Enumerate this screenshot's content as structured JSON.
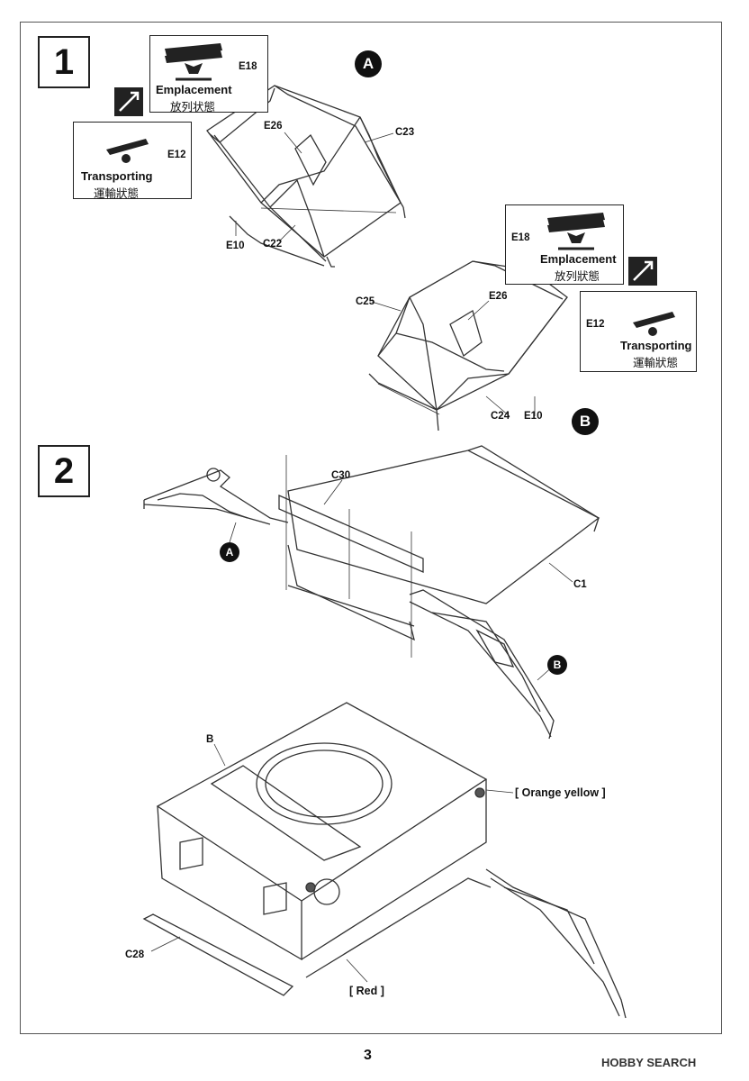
{
  "page_number": "3",
  "watermark": "HOBBY SEARCH",
  "steps": [
    {
      "number": "1"
    },
    {
      "number": "2"
    }
  ],
  "markers": {
    "a": "A",
    "b": "B"
  },
  "step1": {
    "assembly_a": {
      "emplacement": {
        "en": "Emplacement",
        "jp": "放列状態",
        "part": "E18"
      },
      "transporting": {
        "en": "Transporting",
        "jp": "運輸狀態",
        "part": "E12"
      },
      "parts": {
        "e26": "E26",
        "c23": "C23",
        "e10": "E10",
        "c22": "C22"
      }
    },
    "assembly_b": {
      "emplacement": {
        "en": "Emplacement",
        "jp": "放列狀態",
        "part": "E18"
      },
      "transporting": {
        "en": "Transporting",
        "jp": "運輸狀態",
        "part": "E12"
      },
      "parts": {
        "c25": "C25",
        "e26": "E26",
        "c24": "C24",
        "e10": "E10"
      }
    }
  },
  "step2": {
    "parts": {
      "c30": "C30",
      "c1": "C1",
      "b": "B",
      "c28": "C28"
    },
    "colors": {
      "orange_yellow": "[ Orange  yellow ]",
      "red": "[ Red ]"
    }
  }
}
